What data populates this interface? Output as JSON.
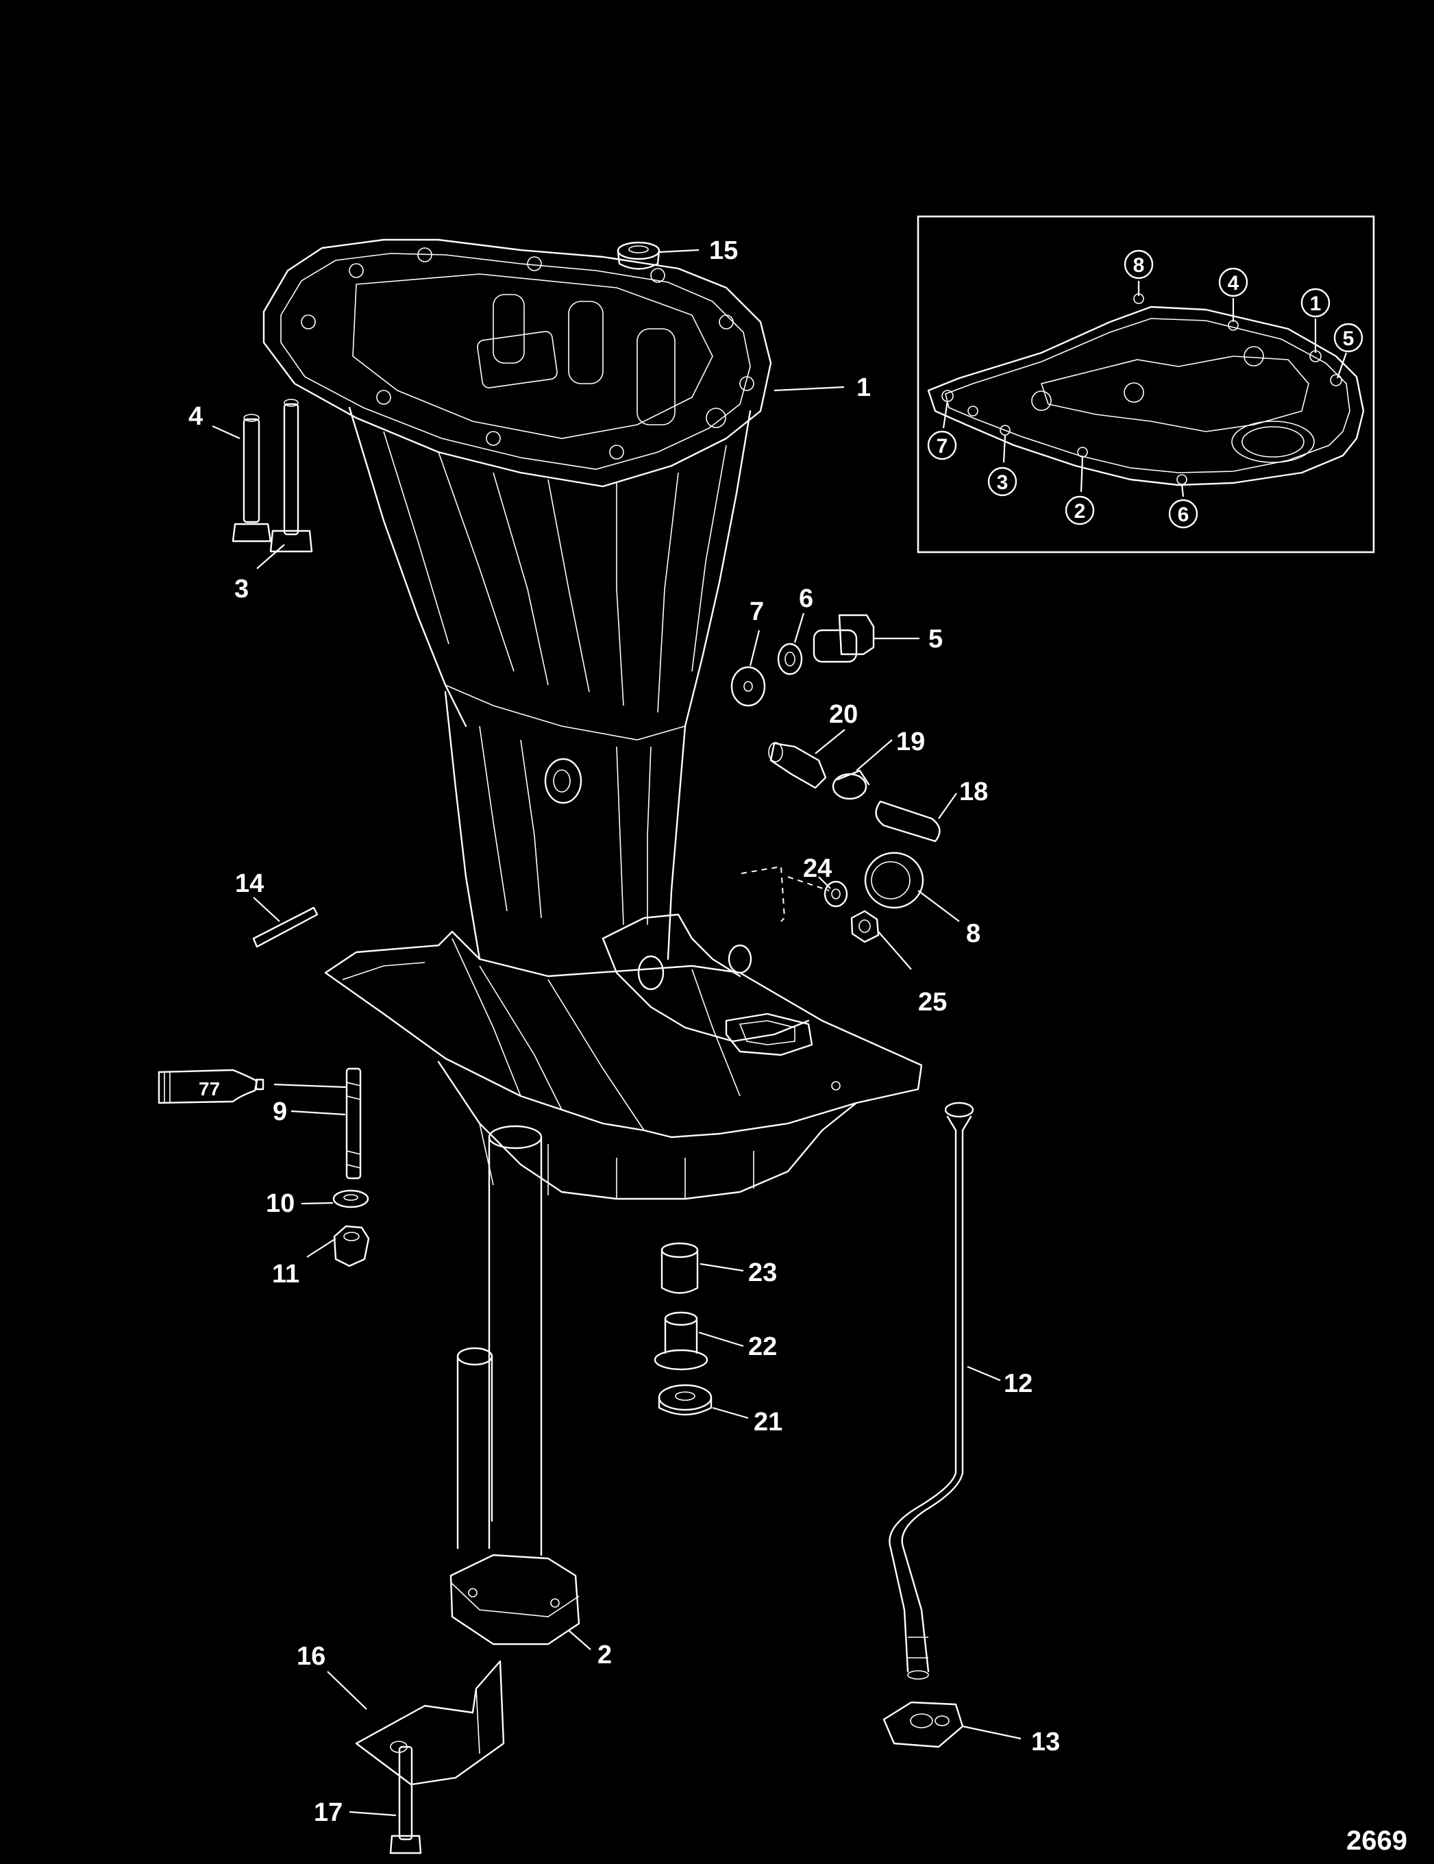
{
  "figure_number": "2669",
  "sealant_tube_label": "77",
  "callouts": [
    "1",
    "2",
    "3",
    "4",
    "5",
    "6",
    "7",
    "8",
    "9",
    "10",
    "11",
    "12",
    "13",
    "14",
    "15",
    "16",
    "17",
    "18",
    "19",
    "20",
    "21",
    "22",
    "23",
    "24",
    "25"
  ],
  "inset": {
    "bolt_sequence": [
      "1",
      "2",
      "3",
      "4",
      "5",
      "6",
      "7",
      "8"
    ]
  }
}
